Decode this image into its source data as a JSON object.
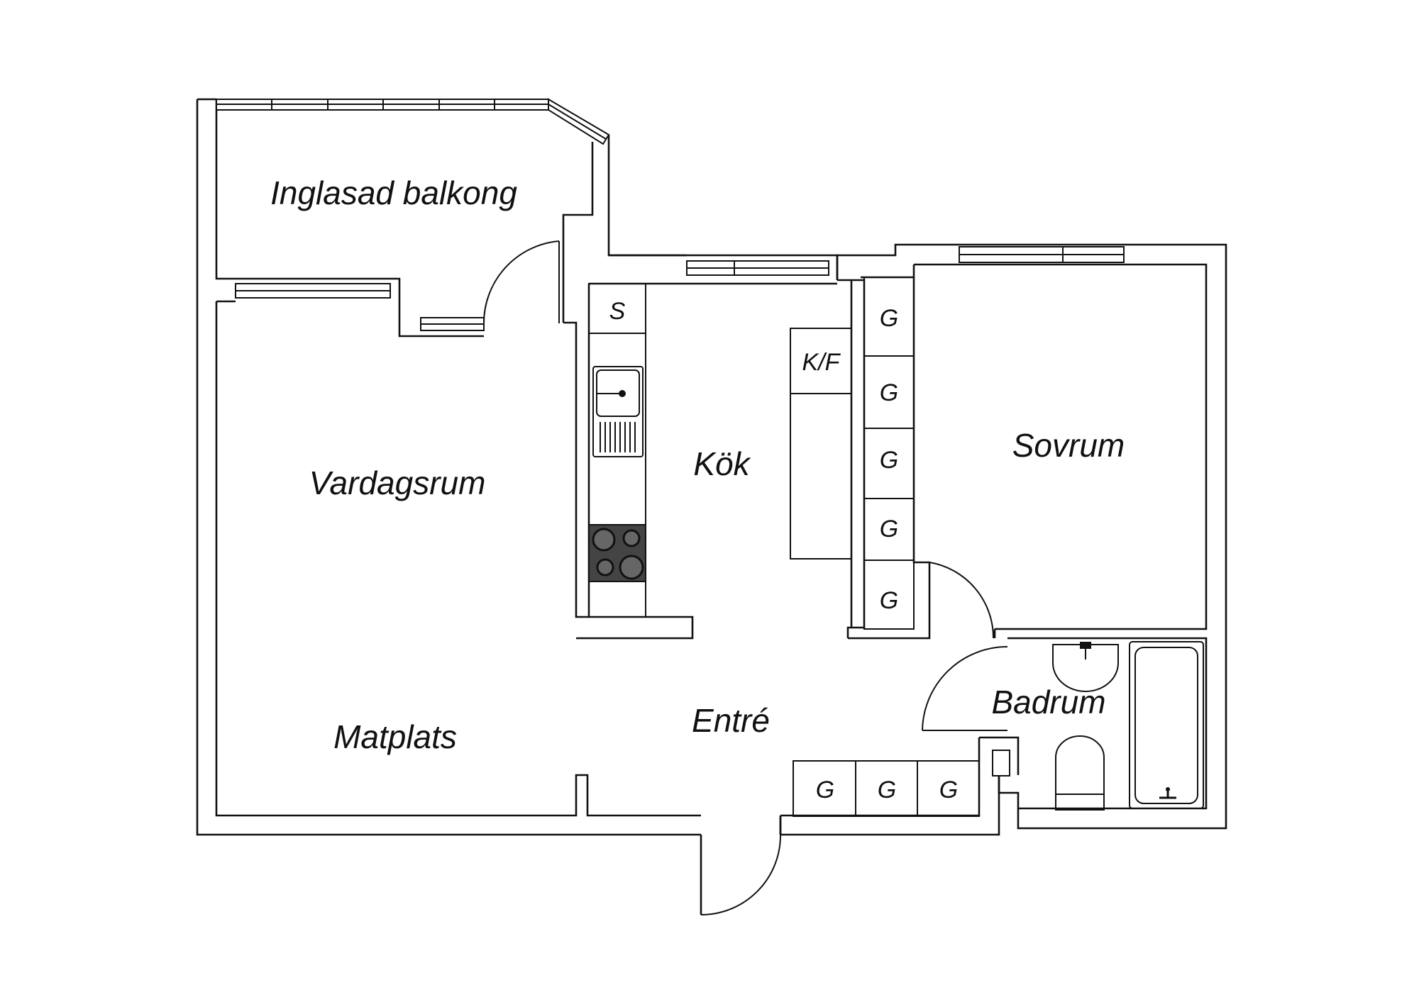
{
  "rooms": {
    "balcony": "Inglasad balkong",
    "living": "Vardagsrum",
    "dining": "Matplats",
    "kitchen": "Kök",
    "entrance": "Entré",
    "bedroom": "Sovrum",
    "bathroom": "Badrum"
  },
  "fixtures": {
    "pantry": "S",
    "fridge_freezer": "K/F",
    "wardrobe": "G"
  },
  "colors": {
    "lines": "#111111",
    "background": "#ffffff",
    "stove": "#444444"
  }
}
